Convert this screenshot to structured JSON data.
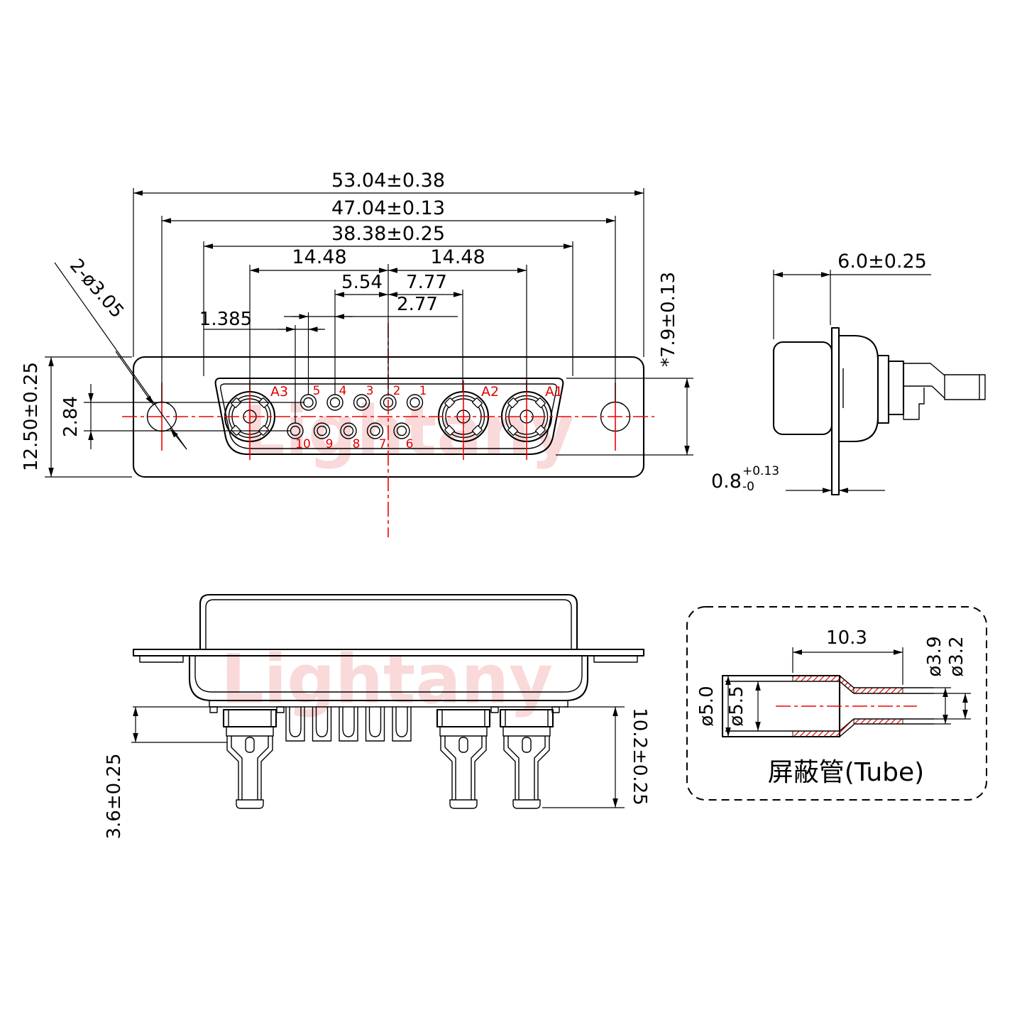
{
  "watermark": {
    "text": "Lightany"
  },
  "colors": {
    "line": "#000000",
    "red_accent": "#f40000",
    "red_label": "#e00000",
    "watermark_pink": "#f8d0d0"
  },
  "front_view": {
    "dim_overall_width": "53.04±0.38",
    "dim_hole_span": "47.04±0.13",
    "dim_insert_width": "38.38±0.25",
    "dim_center_to_a3": "14.48",
    "dim_center_to_a1": "14.48",
    "dim_pin4_to_center": "5.54",
    "dim_center_to_a2": "7.77",
    "dim_pin_pitch": "2.77",
    "dim_row_offset": "1.385",
    "dim_flange_height": "12.50±0.25",
    "dim_row_gap": "2.84",
    "dim_insert_height": "*7.9±0.13",
    "dim_mount_holes": "2-ø3.05",
    "coax_labels": {
      "a3": "A3",
      "a2": "A2",
      "a1": "A1"
    },
    "pins_top": [
      "5",
      "4",
      "3",
      "2",
      "1"
    ],
    "pins_bottom": [
      "10",
      "9",
      "8",
      "7",
      "6"
    ]
  },
  "side_view": {
    "dim_shell_depth": "6.0±0.25",
    "dim_flange_thickness": "0.8",
    "dim_flange_tol_plus": "+0.13",
    "dim_flange_tol_minus": "-0"
  },
  "section_view": {
    "dim_cup_length": "3.6±0.25",
    "dim_tail_length": "10.2±0.25"
  },
  "tube_view": {
    "dim_tube_length": "10.3",
    "dim_od_small": "ø3.9",
    "dim_id_small": "ø3.2",
    "dim_od_big": "ø5.0",
    "dim_id_big": "ø5.5",
    "label": "屏蔽管(Tube)"
  }
}
